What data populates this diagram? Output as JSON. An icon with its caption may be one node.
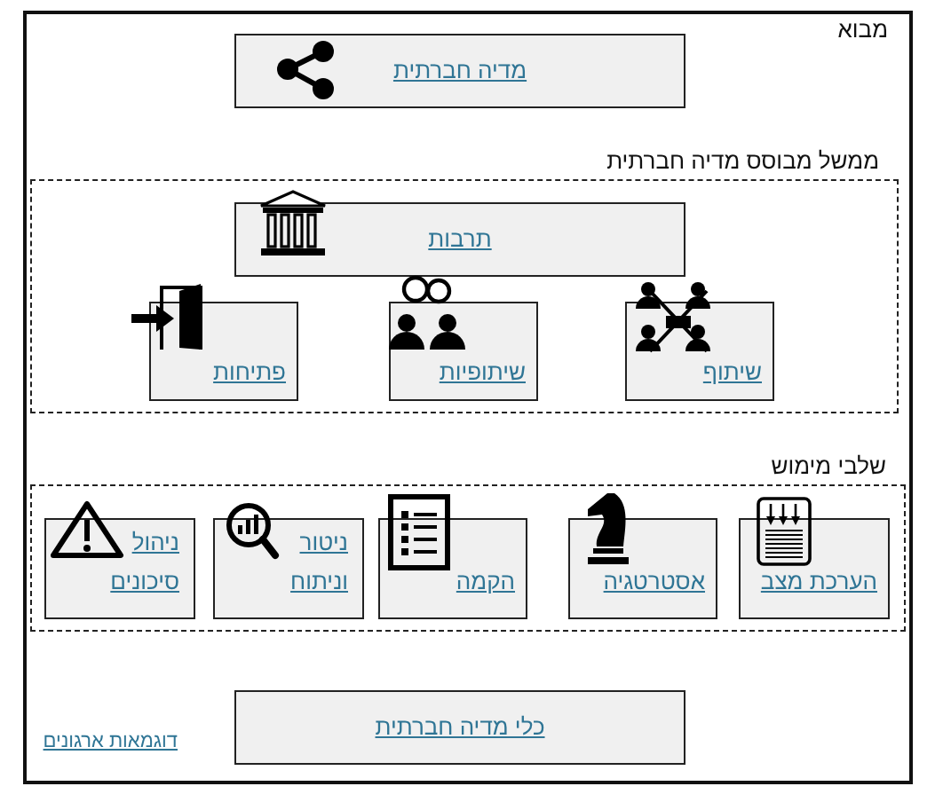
{
  "diagram": {
    "nodes": [
      {
        "text": [
          "מדיה חברתית"
        ]
      },
      {
        "text": [
          "ממשל מבוסס מדיה חברתית"
        ]
      },
      {
        "text": [
          "תרבות"
        ],
        "in": 1
      },
      {
        "text": [
          "שיתוף"
        ],
        "in": 1
      },
      {
        "text": [
          "שיתופיות"
        ],
        "in": 1
      },
      {
        "text": [
          "פתיחות"
        ],
        "in": 1
      },
      {
        "text": [
          "שלבי מימוש"
        ]
      },
      {
        "text": [
          "הערכת מצב"
        ],
        "in": 6
      },
      {
        "text": [
          "אסטרטגיה"
        ],
        "in": 6
      },
      {
        "text": [
          "הקמה"
        ],
        "in": 6
      },
      {
        "text": [
          "ניטור וניתוח"
        ],
        "in": 6
      },
      {
        "text": [
          "ניהול סיכונים"
        ],
        "in": 6
      },
      {
        "text": [
          "כלי מדיה חברתית"
        ]
      }
    ],
    "labels": [
      "מבוא",
      "דוגמאות ארגונים"
    ]
  }
}
